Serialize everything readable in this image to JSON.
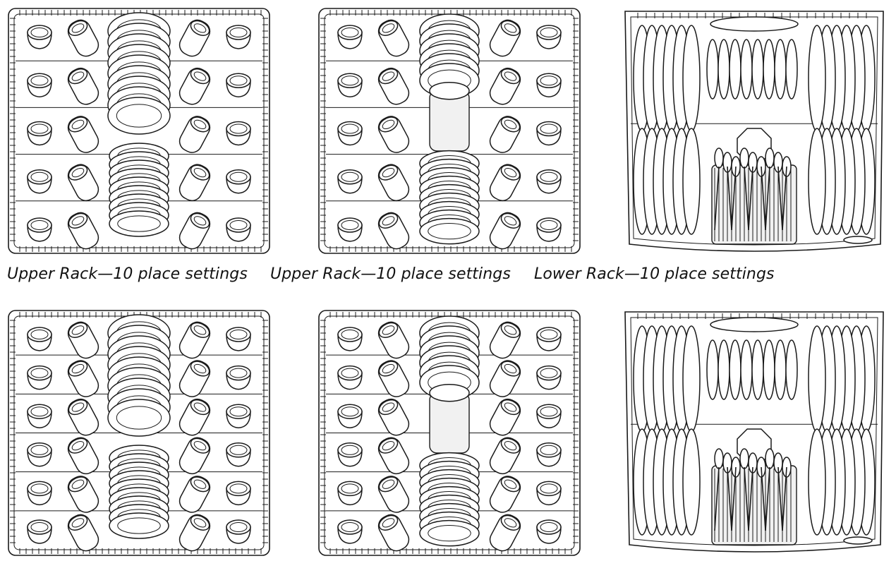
{
  "captions": [
    "Upper Rack—10 place settings",
    "Upper Rack—10 place settings",
    "Lower Rack—10 place settings"
  ],
  "panels": [
    {
      "rack": "upper",
      "variant": "plates",
      "cup_rows": 5
    },
    {
      "rack": "upper",
      "variant": "mug",
      "cup_rows": 5
    },
    {
      "rack": "lower",
      "variant": "basket"
    },
    {
      "rack": "upper",
      "variant": "plates",
      "cup_rows": 6
    },
    {
      "rack": "upper",
      "variant": "mug",
      "cup_rows": 6
    },
    {
      "rack": "lower",
      "variant": "basket"
    }
  ]
}
